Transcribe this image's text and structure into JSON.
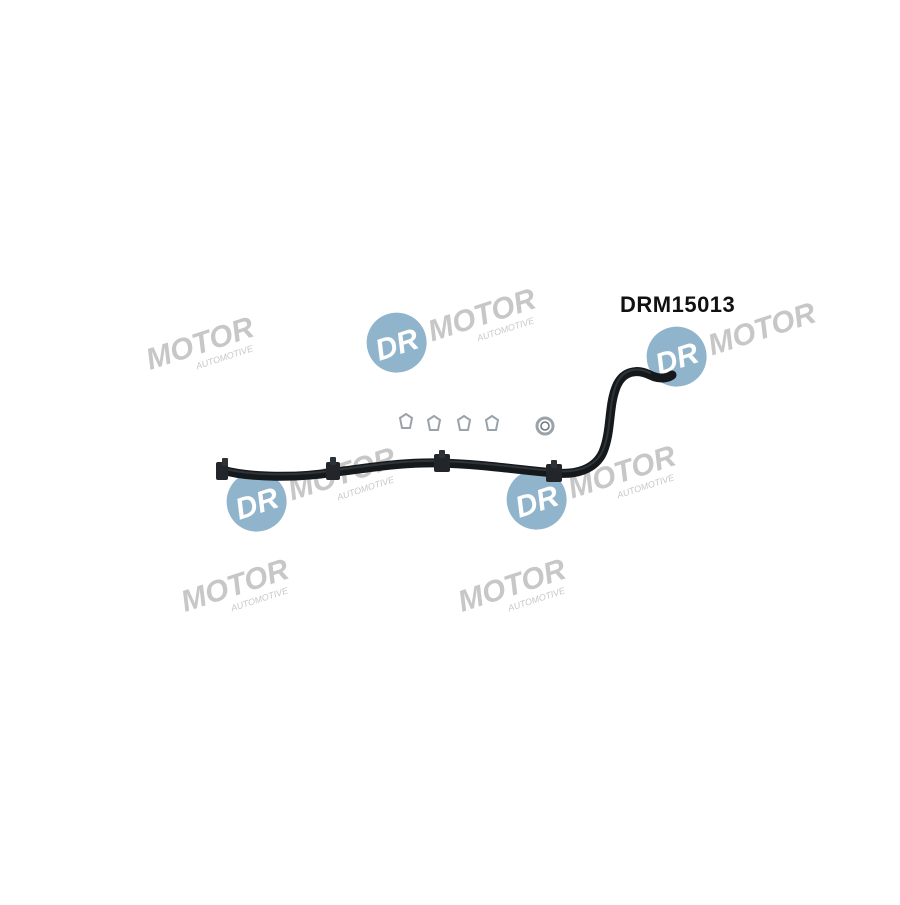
{
  "product": {
    "part_number": "DRM15013",
    "brand_watermark_text": "DR.MOTOR",
    "brand_sub_text": "AUTOMOTIVE"
  },
  "colors": {
    "background": "#ffffff",
    "watermark_blue": "#8fb4cc",
    "watermark_grey": "#c7c7c7",
    "hose": "#16191c",
    "hose_highlight": "#3a4046",
    "connector": "#22262a",
    "clip": "#9aa3aa"
  },
  "icons": [
    "hose-line-icon",
    "hose-clip-icon",
    "ring-clamp-icon",
    "brand-watermark-icon"
  ]
}
